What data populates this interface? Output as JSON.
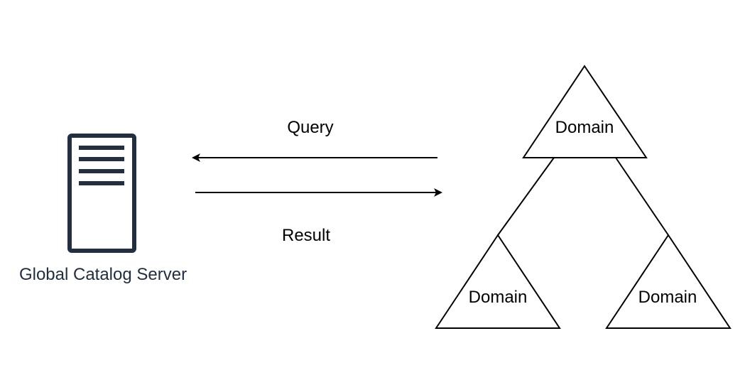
{
  "server": {
    "label": "Global Catalog Server",
    "icon": "server-icon",
    "color": "#232F3E"
  },
  "arrows": {
    "query_label": "Query",
    "result_label": "Result",
    "color": "#000000"
  },
  "domains": {
    "root_label": "Domain",
    "left_child_label": "Domain",
    "right_child_label": "Domain",
    "stroke_color": "#000000"
  }
}
